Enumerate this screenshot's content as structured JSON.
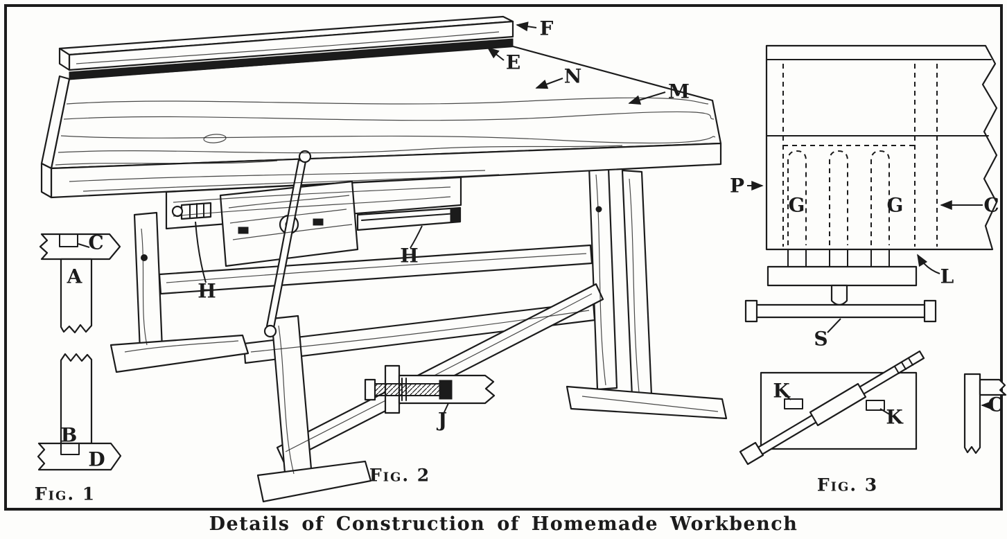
{
  "caption": "Details of Construction of Homemade Workbench",
  "colors": {
    "ink": "#1b1b1b",
    "paper": "#fdfdfb"
  },
  "fig1": {
    "title": "Fig. 1",
    "labels": {
      "c": "C",
      "a": "A",
      "b": "B",
      "d": "D"
    }
  },
  "fig2": {
    "title": "Fig. 2",
    "labels": {
      "f": "F",
      "e": "E",
      "n": "N",
      "m": "M",
      "h_left": "H",
      "h_right": "H",
      "j": "J"
    }
  },
  "fig3": {
    "title": "Fig. 3",
    "labels": {
      "p": "P",
      "g_left": "G",
      "g_right": "G",
      "c_line": "C",
      "l": "L",
      "s": "S",
      "k_upper": "K",
      "k_lower": "K",
      "c_corner": "C"
    }
  }
}
